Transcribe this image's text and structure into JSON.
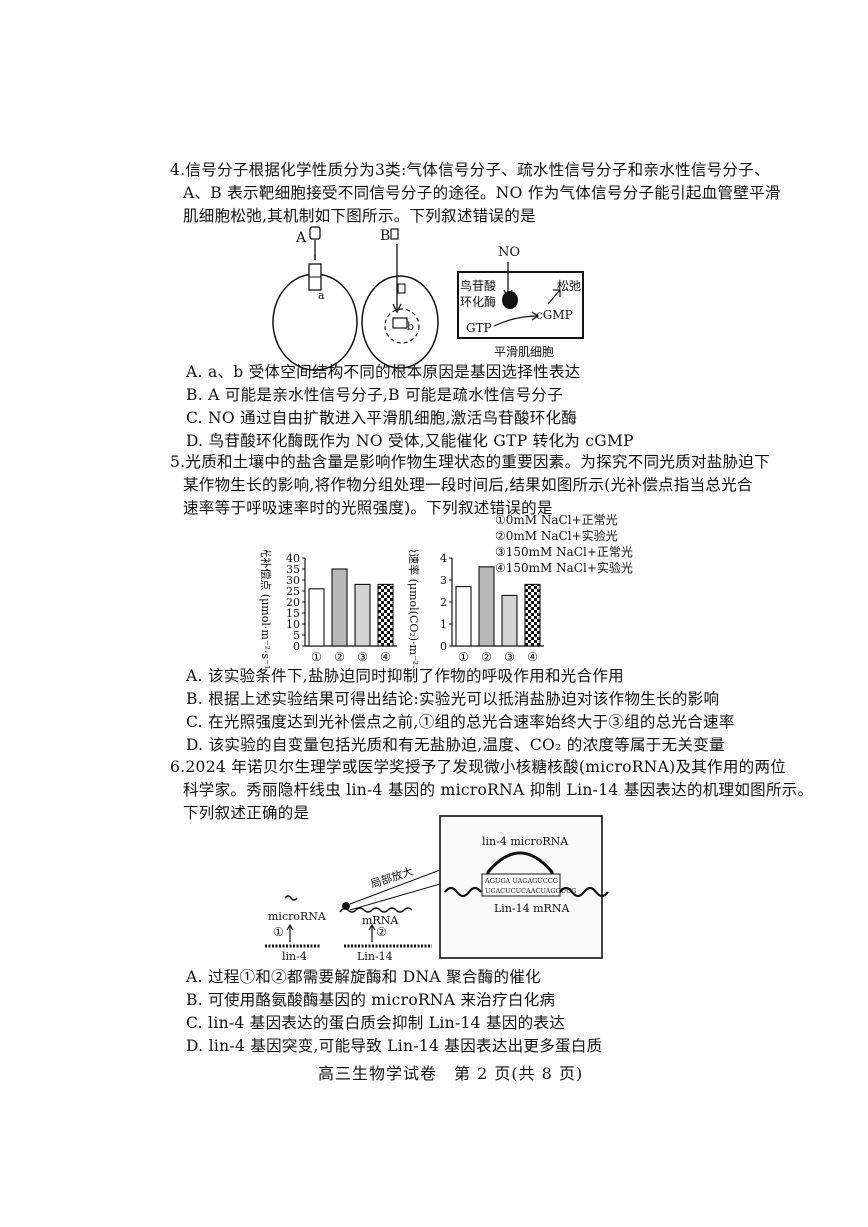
{
  "q4": {
    "lines": [
      "4.信号分子根据化学性质分为3类:气体信号分子、疏水性信号分子和亲水性信号分子、",
      "A、B 表示靶细胞接受不同信号分子的途径。NO 作为气体信号分子能引起血管壁平滑",
      "肌细胞松弛,其机制如下图所示。下列叙述错误的是"
    ],
    "fig": {
      "labels": [
        "A",
        "a",
        "B",
        "b"
      ],
      "no": "NO",
      "enzyme": [
        "鸟苷酸",
        "环化酶"
      ],
      "relax": "松弛",
      "cgmp": "cGMP",
      "gtp": "GTP",
      "cell_caption": "平滑肌细胞"
    },
    "options": [
      "A. a、b 受体空间结构不同的根本原因是基因选择性表达",
      "B. A 可能是亲水性信号分子,B 可能是疏水性信号分子",
      "C. NO 通过自由扩散进入平滑肌细胞,激活鸟苷酸环化酶",
      "D. 鸟苷酸环化酶既作为 NO 受体,又能催化 GTP 转化为 cGMP"
    ]
  },
  "q5": {
    "lines": [
      "5.光质和土壤中的盐含量是影响作物生理状态的重要因素。为探究不同光质对盐胁迫下",
      "某作物生长的影响,将作物分组处理一段时间后,结果如图所示(光补偿点指当总光合",
      "速率等于呼吸速率时的光照强度)。下列叙述错误的是"
    ],
    "legend": [
      "①0mM NaCl+正常光",
      "②0mM NaCl+实验光",
      "③150mM NaCl+正常光",
      "④150mM NaCl+实验光"
    ],
    "options": [
      "A. 该实验条件下,盐胁迫同时抑制了作物的呼吸作用和光合作用",
      "B. 根据上述实验结果可得出结论:实验光可以抵消盐胁迫对该作物生长的影响",
      "C. 在光照强度达到光补偿点之前,①组的总光合速率始终大于③组的总光合速率",
      "D. 该实验的自变量包括光质和有无盐胁迫,温度、CO₂ 的浓度等属于无关变量"
    ]
  },
  "chart_data": [
    {
      "type": "bar",
      "categories": [
        "①",
        "②",
        "③",
        "④"
      ],
      "values": [
        26,
        35,
        28,
        28
      ],
      "ylabel": "光补偿点 (μmol·m⁻²·s⁻¹)",
      "ylim": [
        0,
        40
      ],
      "yticks": [
        "0",
        "5",
        "10",
        "15",
        "20",
        "25",
        "30",
        "35",
        "40"
      ],
      "colors": [
        "#ffffff",
        "#b8b8b8",
        "#d4d4d4",
        "checker"
      ]
    },
    {
      "type": "bar",
      "categories": [
        "①",
        "②",
        "③",
        "④"
      ],
      "values": [
        2.7,
        3.6,
        2.3,
        2.8
      ],
      "ylabel": "呼吸速率 (μmol(CO₂)·m⁻²·s⁻¹)",
      "ylim": [
        0,
        4
      ],
      "yticks": [
        "0",
        "1",
        "2",
        "3",
        "4"
      ],
      "colors": [
        "#ffffff",
        "#b8b8b8",
        "#d4d4d4",
        "checker"
      ]
    }
  ],
  "q6": {
    "lines": [
      "6.2024 年诺贝尔生理学或医学奖授予了发现微小核糖核酸(microRNA)及其作用的两位",
      "科学家。秀丽隐杆线虫 lin-4 基因的 microRNA 抑制 Lin-14 基因表达的机理如图所示。",
      "下列叙述正确的是"
    ],
    "fig": {
      "lin4_mirna": "lin-4 microRNA",
      "lin14_mrna": "Lin-14 mRNA",
      "zoom": "局部放大",
      "microrna": "microRNA",
      "mrna": "mRNA",
      "step1": "①",
      "step2": "②",
      "lin4": "lin-4",
      "lin14": "Lin-14",
      "seq_top": "AGUGA  UAGAGUCCG",
      "seq_bottom": "UCACUCUCAACUAGGUCG"
    },
    "options": [
      "A. 过程①和②都需要解旋酶和 DNA 聚合酶的催化",
      "B. 可使用酪氨酸酶基因的 microRNA 来治疗白化病",
      "C. lin-4 基因表达的蛋白质会抑制 Lin-14 基因的表达",
      "D. lin-4 基因突变,可能导致 Lin-14 基因表达出更多蛋白质"
    ]
  },
  "footer": "高三生物学试卷　第 2 页(共 8 页)"
}
